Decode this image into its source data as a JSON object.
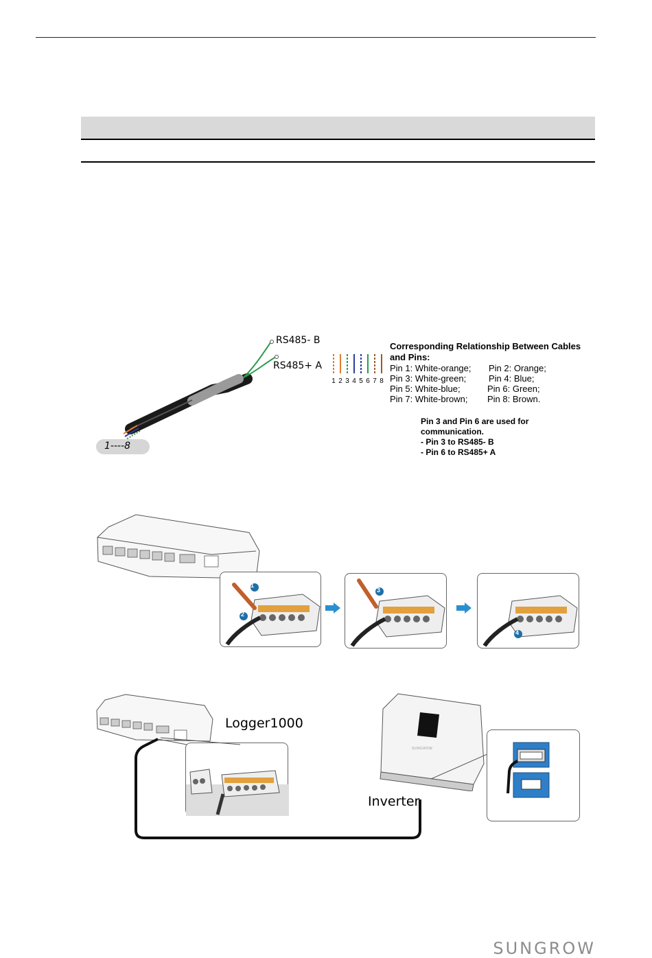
{
  "cable": {
    "label_b": "RS485- B",
    "label_a": "RS485+ A",
    "pin_range": "1----8",
    "pin_numbers": [
      "1",
      "2",
      "3",
      "4",
      "5",
      "6",
      "7",
      "8"
    ],
    "pin_colors": [
      "#e07a2e",
      "#e07a2e",
      "#2e9a4e",
      "#2a3a9c",
      "#2a3a9c",
      "#2e9a4e",
      "#9a5a2a",
      "#9a5a2a"
    ],
    "pin_dashed": [
      true,
      false,
      true,
      false,
      true,
      false,
      true,
      false
    ]
  },
  "pins": {
    "title_line1": "Corresponding Relationship Between Cables",
    "title_line2": "and Pins:",
    "rows": [
      {
        "left": "Pin 1: White-orange;",
        "right": "Pin 2: Orange;"
      },
      {
        "left": "Pin 3: White-green;",
        "right": "Pin 4: Blue;"
      },
      {
        "left": "Pin 5: White-blue;",
        "right": "Pin 6: Green;"
      },
      {
        "left": "Pin 7: White-brown;",
        "right": "Pin 8: Brown."
      }
    ]
  },
  "note": {
    "line1": "Pin 3 and Pin 6 are used for",
    "line2": "communication.",
    "line3": "-  Pin 3 to RS485-  B",
    "line4": "-  Pin 6 to RS485+ A"
  },
  "steps": [
    "1",
    "2",
    "3",
    "4"
  ],
  "connection": {
    "logger_label": "Logger1000",
    "inverter_label": "Inverter",
    "inverter_brand": "SUNGROW"
  },
  "footer": {
    "logo": "SUNGROW"
  },
  "colors": {
    "step_badge": "#1f6fa8",
    "arrow": "#2a8fd0",
    "port_blue": "#2f7fc8"
  }
}
